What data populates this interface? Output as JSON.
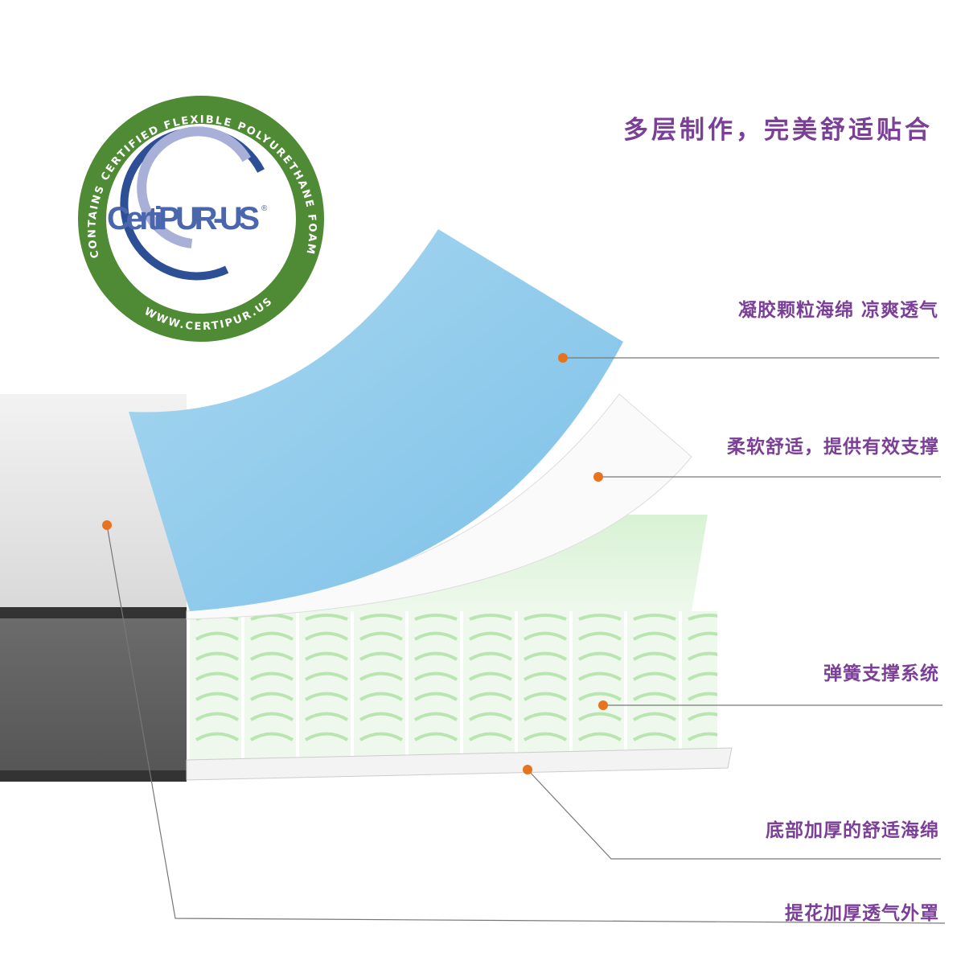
{
  "headline": "多层制作，完美舒适贴合",
  "logo": {
    "brand": "CertiPUR-US",
    "registered": "®",
    "ring_top": "CONTAINS CERTIFIED FLEXIBLE POLYURETHANE FOAM",
    "ring_bottom": "WWW.CERTIPUR.US"
  },
  "layers": [
    {
      "label": "凝胶颗粒海绵 凉爽透气"
    },
    {
      "label": "柔软舒适，提供有效支撑"
    },
    {
      "label": "弹簧支撑系统"
    },
    {
      "label": "底部加厚的舒适海绵"
    },
    {
      "label": "提花加厚透气外罩"
    }
  ],
  "colors": {
    "accent": "#7b3f98",
    "dot": "#e8731e",
    "logo_green": "#4f8a34",
    "logo_blue": "#3a5fa8"
  }
}
